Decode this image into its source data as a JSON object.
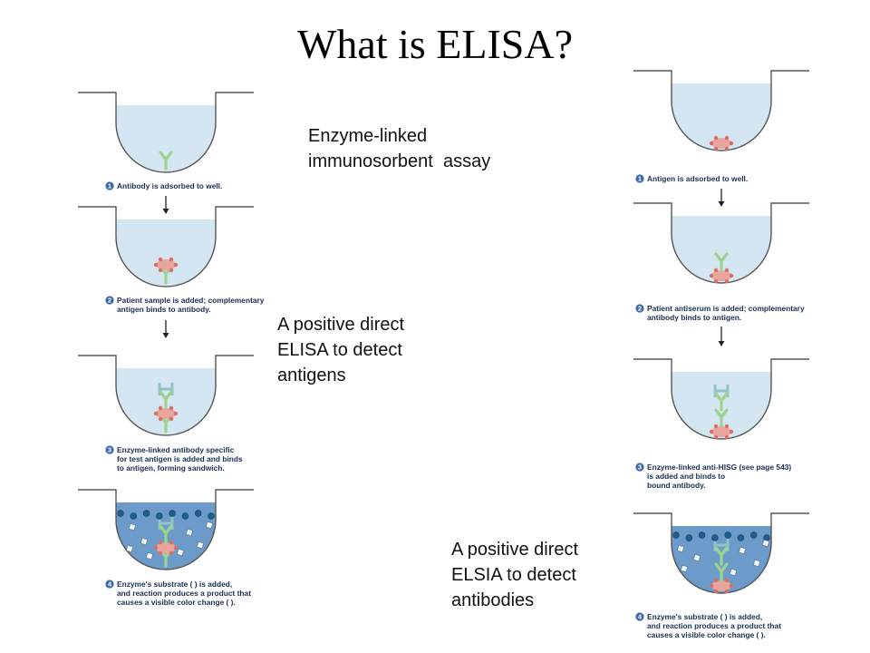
{
  "title": "What is ELISA?",
  "subtitle": "Enzyme-linked\nimmunosorbent  assay",
  "antigen_caption": "A positive direct\nELISA to detect\nantigens",
  "antibody_caption": "A positive direct\nELSIA to detect\nantibodies",
  "colors": {
    "well_fill": "#d5e6f3",
    "well_fill_dark": "#6d9bc9",
    "step_badge": "#3c69a8",
    "antibody_green": "#9ed28f",
    "antigen_pink": "#e7a59e",
    "enzyme_teal": "#8fc3c9",
    "product_blue": "#1f5f8c",
    "label_text": "#1a2f55"
  },
  "panels": {
    "left": {
      "steps": [
        {
          "num": "1",
          "lines": [
            "Antibody is adsorbed to well."
          ]
        },
        {
          "num": "2",
          "lines": [
            "Patient sample is added; complementary",
            "antigen binds to antibody."
          ]
        },
        {
          "num": "3",
          "lines": [
            "Enzyme-linked antibody specific",
            "for test antigen is added and binds",
            "to antigen, forming sandwich."
          ]
        },
        {
          "num": "4",
          "lines": [
            "Enzyme's substrate (   ) is added,",
            "and reaction produces a product that",
            "causes a visible color change (   )."
          ]
        }
      ]
    },
    "right": {
      "steps": [
        {
          "num": "1",
          "lines": [
            "Antigen is adsorbed to well."
          ]
        },
        {
          "num": "2",
          "lines": [
            "Patient antiserum is added; complementary",
            "antibody binds to antigen."
          ]
        },
        {
          "num": "3",
          "lines": [
            "Enzyme-linked anti-HISG (see page 543)",
            "is added and binds to",
            "bound antibody."
          ]
        },
        {
          "num": "4",
          "lines": [
            "Enzyme's substrate (   ) is added,",
            "and reaction produces a product that",
            "causes a visible color change (   )."
          ]
        }
      ]
    }
  }
}
